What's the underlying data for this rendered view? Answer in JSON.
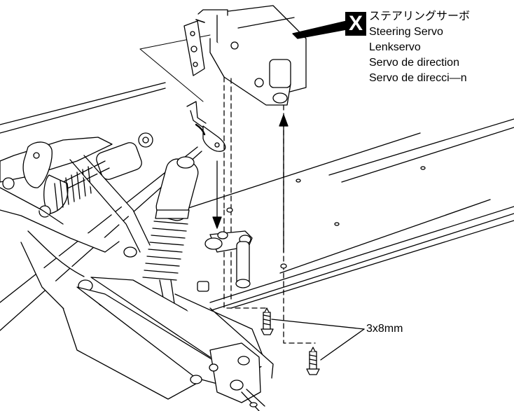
{
  "callout": {
    "badge": "X",
    "labels": [
      "ステアリングサーボ",
      "Steering Servo",
      "Lenkservo",
      "Servo de direction",
      "Servo de direcci—n"
    ]
  },
  "screw_callout": {
    "label": "3x8mm"
  }
}
